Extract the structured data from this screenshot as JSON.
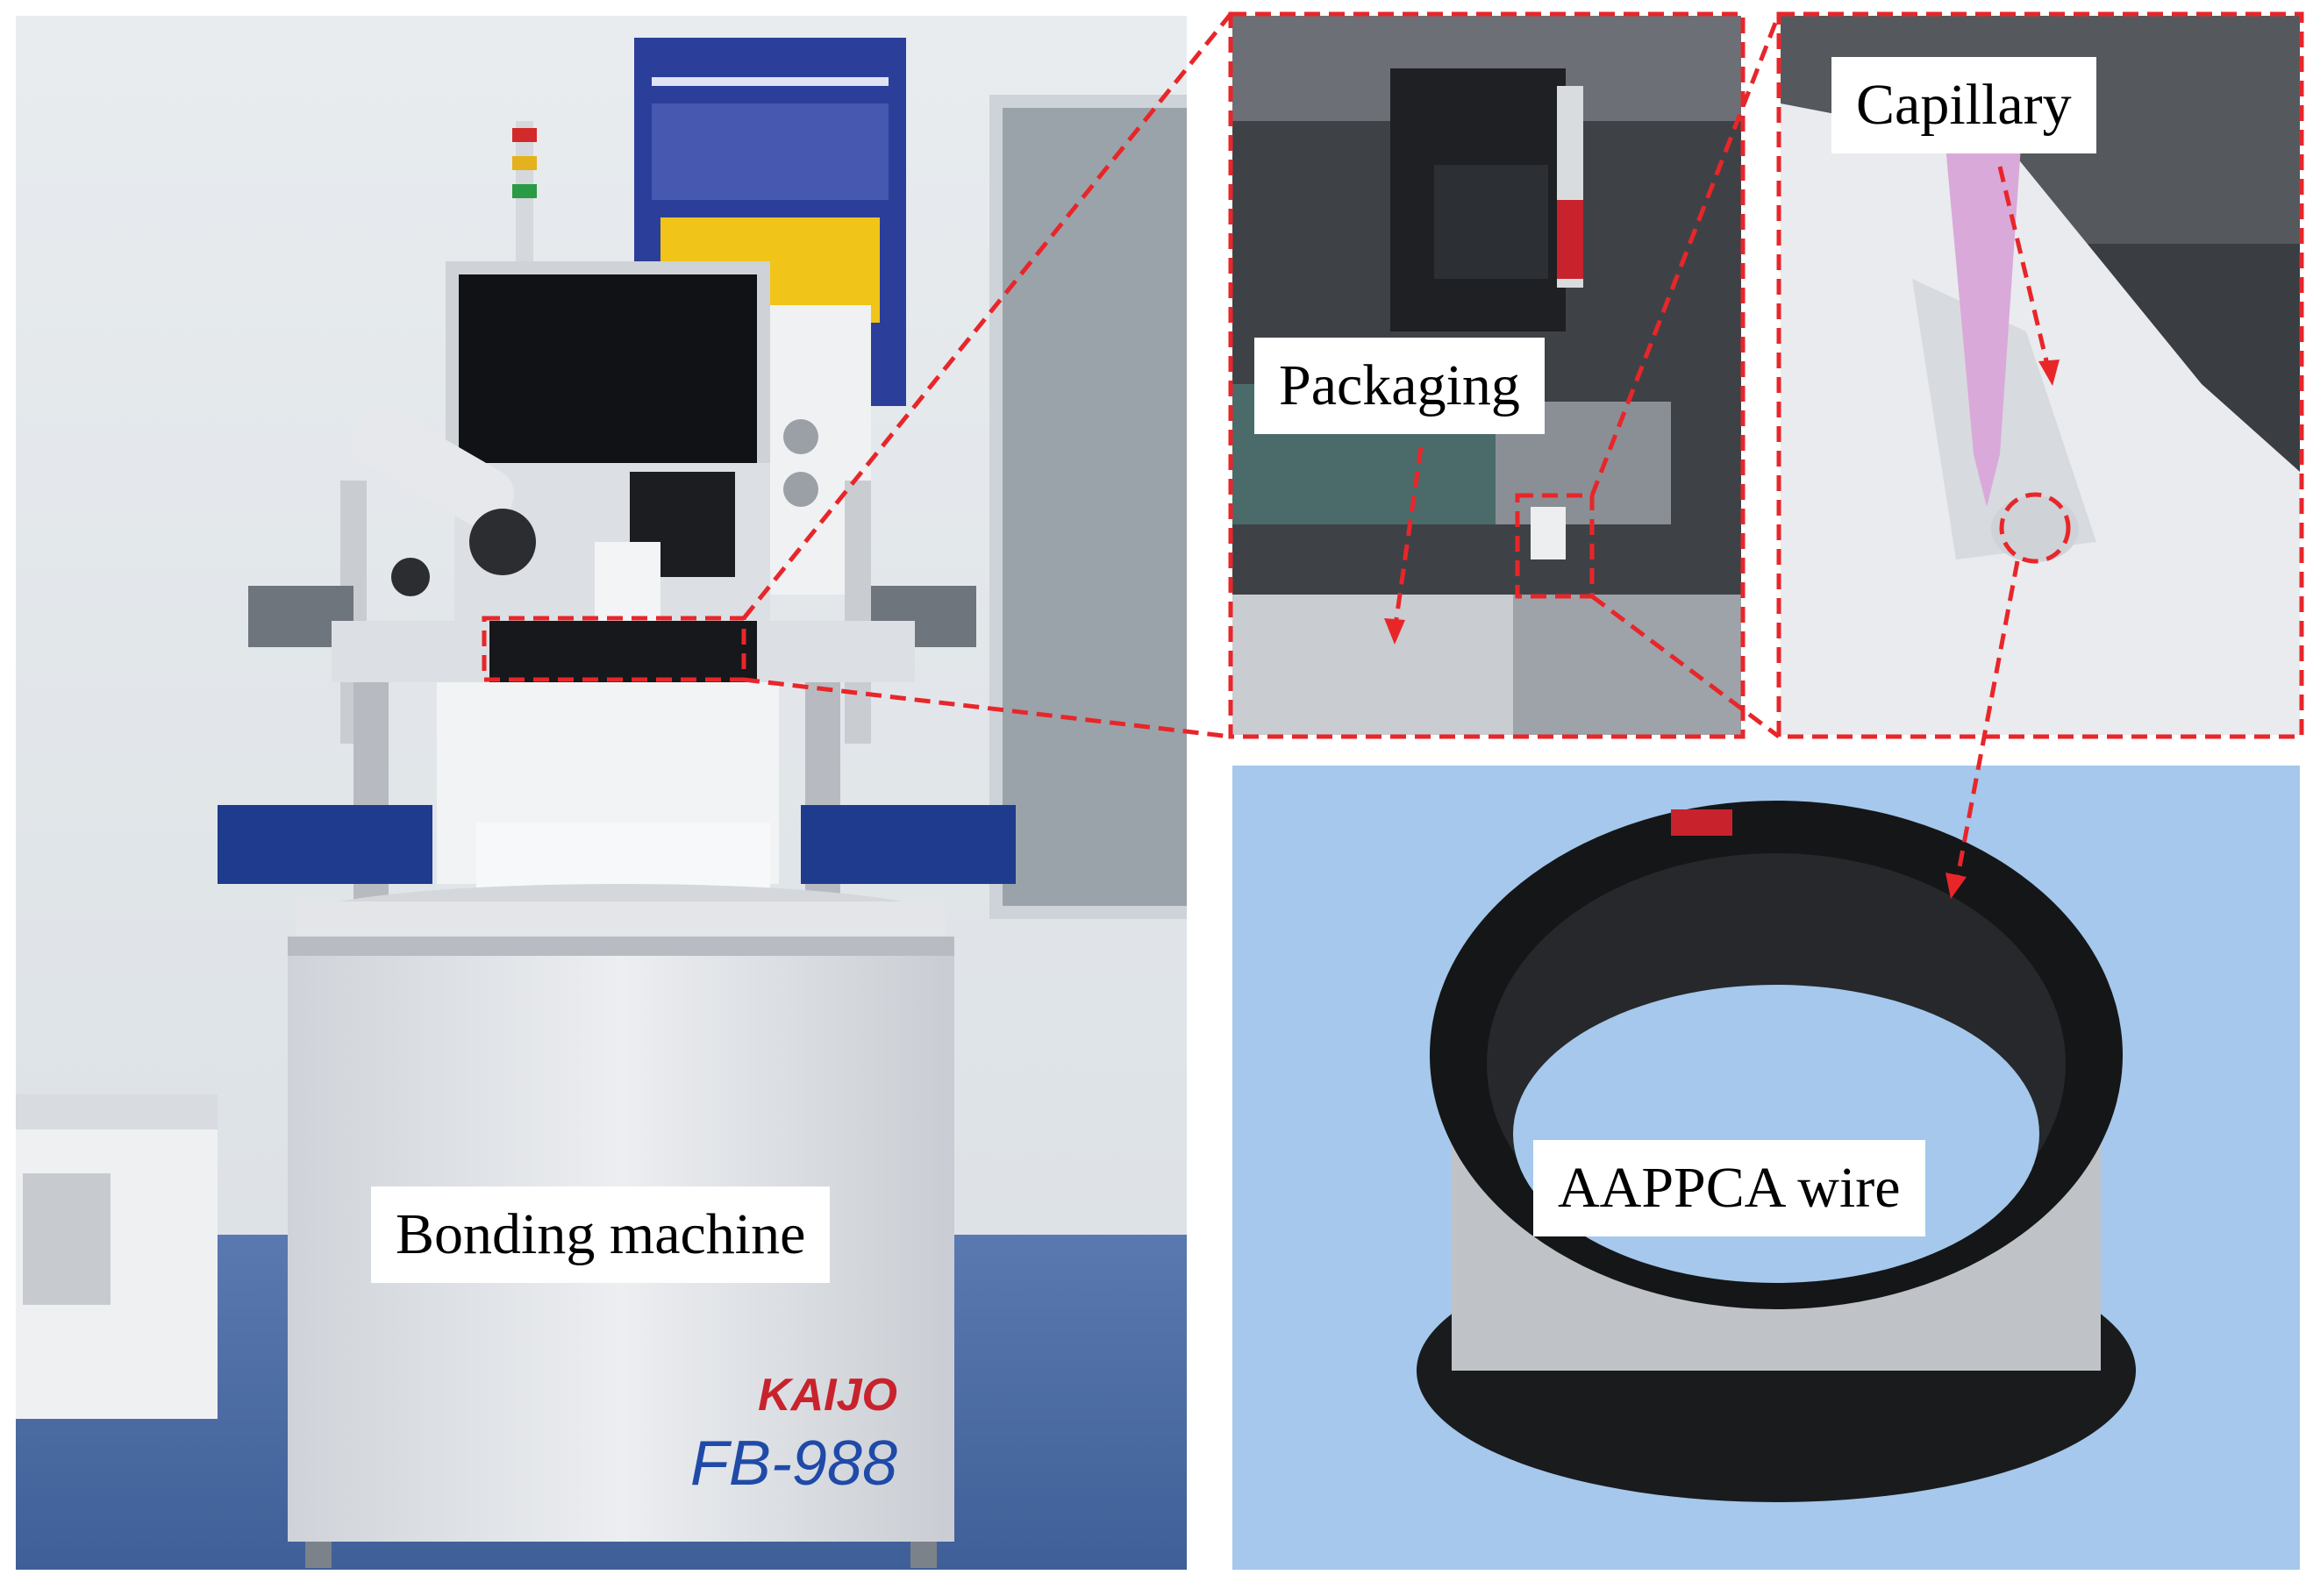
{
  "labels": {
    "bonding_machine": "Bonding machine",
    "packaging": "Packaging",
    "capillary": "Capillary",
    "wire": "AAPPCA wire"
  },
  "machine_branding": {
    "brand": "KAIJO",
    "model": "FB-988"
  },
  "colors": {
    "callout_red": "#e8262a",
    "wire_panel_bg": "#a5c8ec",
    "machine_body": "#e6e8ec",
    "brand_red": "#c8232c",
    "model_blue": "#1f4aa8"
  }
}
